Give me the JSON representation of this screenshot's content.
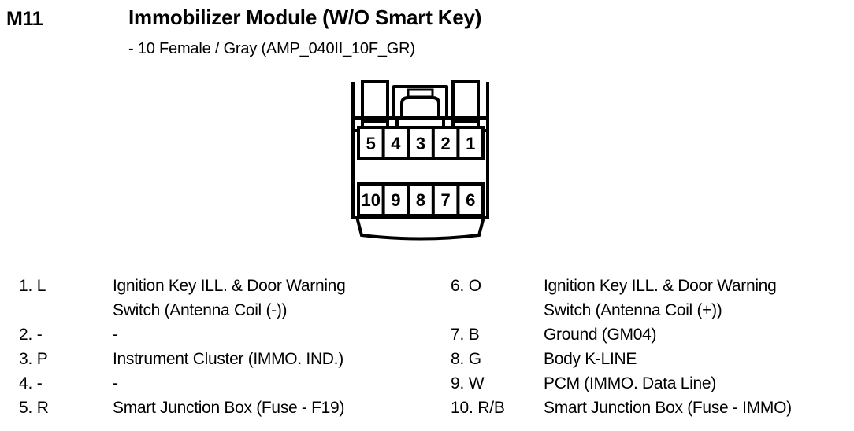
{
  "header": {
    "module_code": "M11",
    "title": "Immobilizer Module (W/O Smart Key)",
    "subtitle": "- 10 Female / Gray (AMP_040II_10F_GR)"
  },
  "connector": {
    "type": "female",
    "cavity_count": 10,
    "color": "Gray",
    "part_code": "AMP_040II_10F_GR",
    "top_row": [
      "5",
      "4",
      "3",
      "2",
      "1"
    ],
    "bottom_row": [
      "10",
      "9",
      "8",
      "7",
      "6"
    ],
    "line_color": "#000000",
    "fill_color": "#ffffff"
  },
  "pinout": {
    "left_column": [
      {
        "id": "1. L",
        "desc": "Ignition Key ILL. & Door Warning\nSwitch (Antenna Coil (-))"
      },
      {
        "id": "2. -",
        "desc": "-"
      },
      {
        "id": "3. P",
        "desc": "Instrument Cluster (IMMO. IND.)"
      },
      {
        "id": "4. -",
        "desc": "-"
      },
      {
        "id": "5. R",
        "desc": "Smart Junction Box (Fuse - F19)"
      }
    ],
    "right_column": [
      {
        "id": "6. O",
        "desc": "Ignition Key ILL. & Door Warning\nSwitch (Antenna Coil (+))"
      },
      {
        "id": "7. B",
        "desc": "Ground (GM04)"
      },
      {
        "id": "8. G",
        "desc": "Body K-LINE"
      },
      {
        "id": "9. W",
        "desc": "PCM (IMMO. Data Line)"
      },
      {
        "id": "10. R/B",
        "desc": "Smart Junction Box (Fuse - IMMO)"
      }
    ]
  }
}
